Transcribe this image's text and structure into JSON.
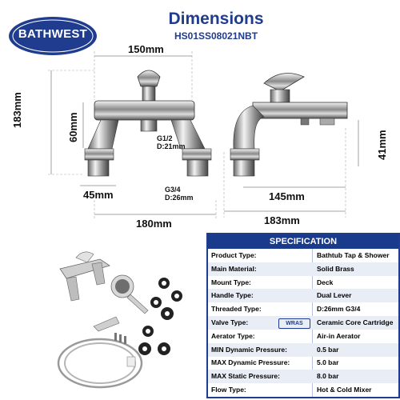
{
  "brand": {
    "logo_text": "BATHWEST",
    "color": "#1f3c8e"
  },
  "header": {
    "title": "Dimensions",
    "model": "HS01SS08021NBT"
  },
  "dimensions": {
    "top_width": "150mm",
    "total_height": "183mm",
    "body_height": "60mm",
    "g_half_line1": "G1/2",
    "g_half_line2": "D:21mm",
    "g_34_line1": "G3/4",
    "g_34_line2": "D:26mm",
    "base_width": "45mm",
    "overall_width": "180mm",
    "side_height": "41mm",
    "side_reach": "145mm",
    "side_total": "183mm"
  },
  "spec": {
    "heading": "SPECIFICATION",
    "badge": "WRAS",
    "rows": [
      {
        "label": "Product Type:",
        "value": "Bathtub Tap & Shower"
      },
      {
        "label": "Main Material:",
        "value": "Solid Brass"
      },
      {
        "label": "Mount Type:",
        "value": "Deck"
      },
      {
        "label": "Handle Type:",
        "value": "Dual Lever"
      },
      {
        "label": "Threaded Type:",
        "value": "D:26mm  G3/4"
      },
      {
        "label": "Valve Type:",
        "value": "Ceramic Core Cartridge"
      },
      {
        "label": "Aerator Type:",
        "value": "Air-in Aerator"
      },
      {
        "label": "MIN Dynamic Pressure:",
        "value": "0.5 bar"
      },
      {
        "label": "MAX Dynamic Pressure:",
        "value": "5.0 bar"
      },
      {
        "label": "MAX Static Pressure:",
        "value": "8.0 bar"
      },
      {
        "label": "Flow Type:",
        "value": "Hot & Cold Mixer"
      }
    ]
  }
}
